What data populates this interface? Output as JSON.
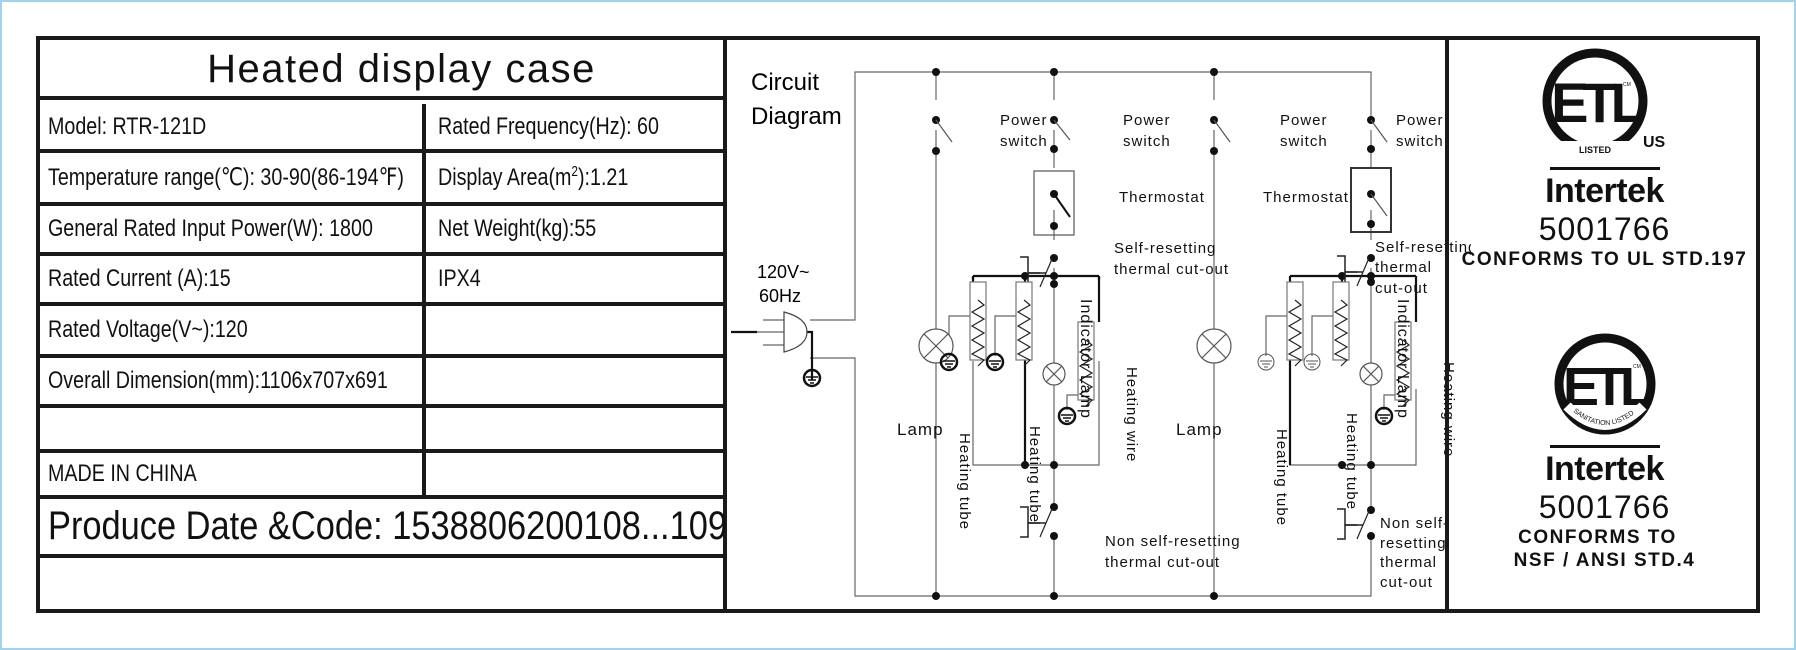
{
  "label": {
    "title": "Heated display case",
    "spec_rows": [
      {
        "left": "Model: RTR-121D",
        "right": "Rated Frequency(Hz): 60"
      },
      {
        "left": "Temperature range(℃): 30-90(86-194℉)",
        "right_prefix": "Display Area(m",
        "right_sup": "2",
        "right_suffix": "):1.21"
      },
      {
        "left": "General Rated Input Power(W): 1800",
        "right": "Net Weight(kg):55"
      },
      {
        "left": "Rated Current (A):15",
        "right": "IPX4"
      },
      {
        "left": "Rated Voltage(V~):120",
        "right": ""
      },
      {
        "left": "Overall Dimension(mm):1106x707x691",
        "right": ""
      },
      {
        "left": "",
        "right": ""
      },
      {
        "left": "MADE IN CHINA",
        "right": ""
      }
    ],
    "produce_date_code": "Produce Date &Code: 1538806200108...109",
    "blank_row": ""
  },
  "circuit": {
    "title_line1": "Circuit",
    "title_line2": "Diagram",
    "supply_voltage": "120V~",
    "supply_frequency": "60Hz",
    "labels": {
      "power_switch_1": "Power",
      "power_switch_2": "switch",
      "thermostat": "Thermostat",
      "self_resetting": [
        "Self-resetting",
        "thermal cut-out"
      ],
      "self_resetting_right": [
        "Self-resetting",
        "thermal",
        "cut-out"
      ],
      "non_self_resetting": [
        "Non self-resetting",
        "thermal cut-out"
      ],
      "non_self_resetting_right": [
        "Non self-",
        "resetting",
        "thermal",
        "cut-out"
      ],
      "lamp": "Lamp",
      "indicator_lamp": "Indicator Lamp",
      "heating_tube": "Heating tube",
      "heating_wire": "Heating wire"
    }
  },
  "certifications": [
    {
      "mark": "ETL",
      "mark_sub": "LISTED",
      "mark_cm": "CM",
      "mark_region": "US",
      "company": "Intertek",
      "number": "5001766",
      "conforms": [
        "CONFORMS TO UL STD.197"
      ]
    },
    {
      "mark": "ETL",
      "mark_sub": "SANITATION LISTED",
      "mark_cm": "CM",
      "company": "Intertek",
      "number": "5001766",
      "conforms": [
        "CONFORMS TO",
        "NSF / ANSI STD.4"
      ]
    }
  ]
}
